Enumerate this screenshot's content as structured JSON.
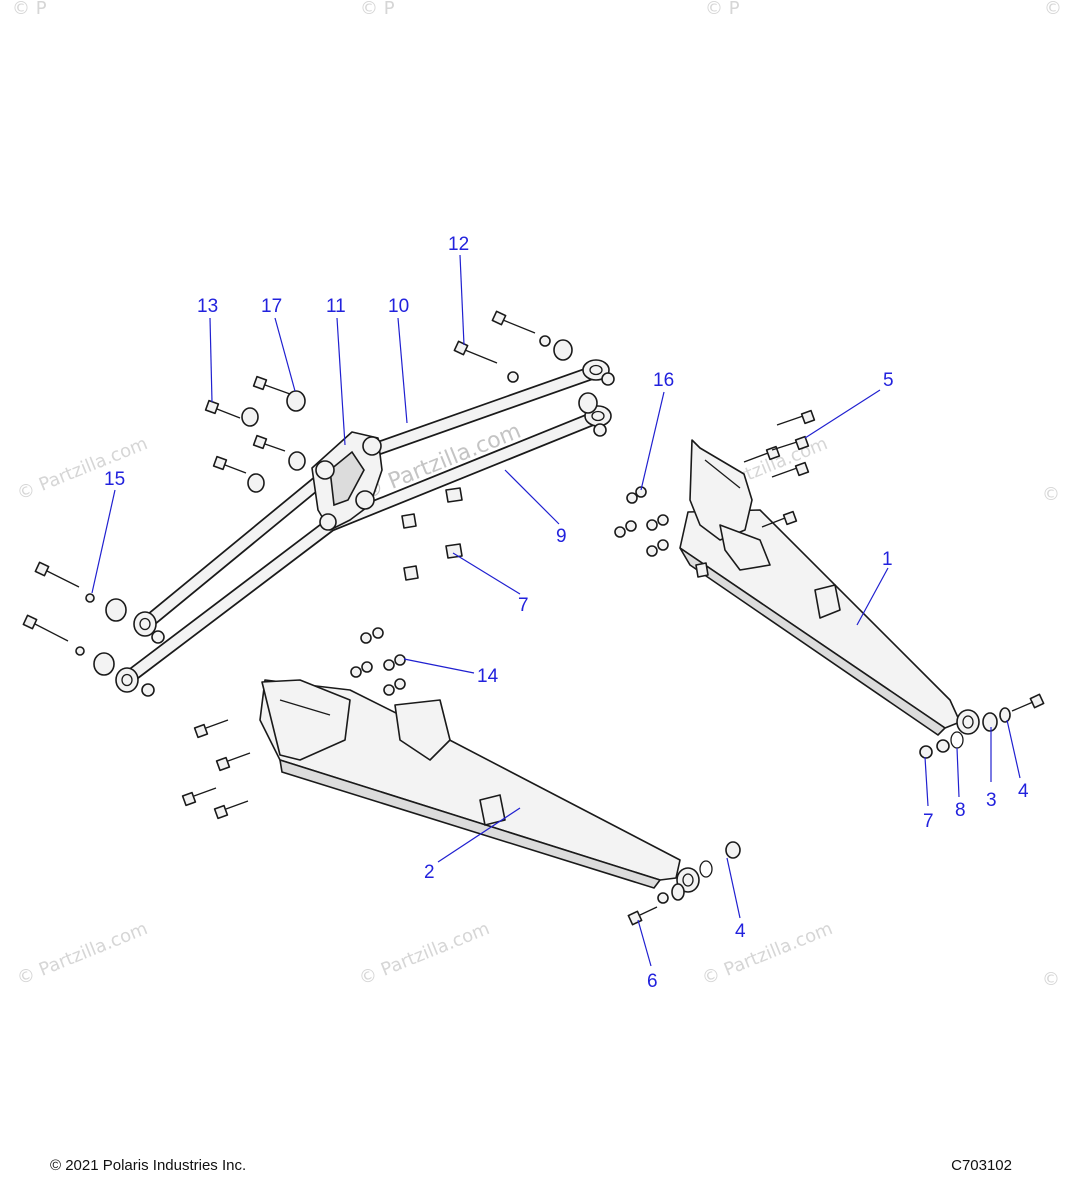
{
  "callouts": [
    {
      "label": "1"
    },
    {
      "label": "2"
    },
    {
      "label": "3"
    },
    {
      "label": "4"
    },
    {
      "label": "4"
    },
    {
      "label": "5"
    },
    {
      "label": "6"
    },
    {
      "label": "7"
    },
    {
      "label": "7"
    },
    {
      "label": "8"
    },
    {
      "label": "9"
    },
    {
      "label": "10"
    },
    {
      "label": "11"
    },
    {
      "label": "12"
    },
    {
      "label": "13"
    },
    {
      "label": "14"
    },
    {
      "label": "15"
    },
    {
      "label": "16"
    },
    {
      "label": "17"
    }
  ],
  "watermark": "© Partzilla.com",
  "watermark_short": "© P",
  "watermark_symbol": "©",
  "footer": {
    "copyright": "© 2021 Polaris Industries Inc.",
    "drawing_id": "C703102"
  },
  "colors": {
    "callout": "#2222dd",
    "watermark": "#d6d6d6",
    "line": "#1a1a1a"
  }
}
